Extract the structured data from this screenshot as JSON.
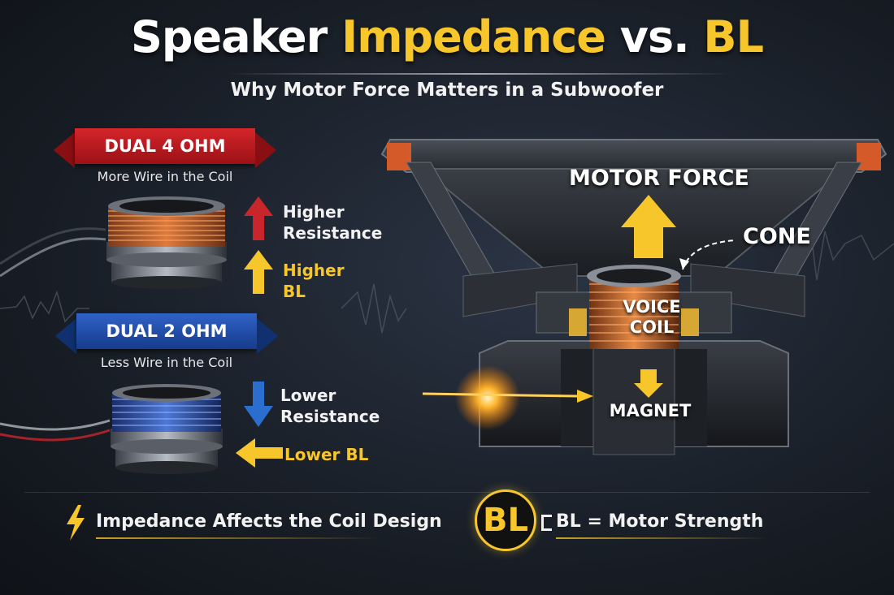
{
  "title": {
    "part1": "Speaker",
    "part2": "Impedance",
    "part3": "vs.",
    "part4": "BL"
  },
  "subtitle": "Why Motor Force Matters in a Subwoofer",
  "dual4": {
    "banner": "DUAL 4 OHM",
    "caption": "More Wire in the Coil",
    "label_top": [
      "Higher",
      "Resistance"
    ],
    "label_bottom": [
      "Higher",
      "BL"
    ]
  },
  "dual2": {
    "banner": "DUAL 2 OHM",
    "caption": "Less Wire in the Coil",
    "label_top": [
      "Lower",
      "Resistance"
    ],
    "label_bottom": "Lower BL"
  },
  "speaker": {
    "motor_force": "MOTOR FORCE",
    "cone": "CONE",
    "voice_coil": [
      "VOICE",
      "COIL"
    ],
    "magnet": "MAGNET"
  },
  "footer": {
    "left": "Impedance Affects the Coil Design",
    "badge": "BL",
    "right": "BL = Motor Strength"
  },
  "colors": {
    "accent_yellow": "#f7c62b",
    "red": "#c8262b",
    "blue": "#2a5bbf",
    "copper": "#c8622e",
    "background": "#1a2029"
  },
  "icons": [
    "red-up-arrow-icon",
    "yellow-up-arrow-icon",
    "blue-down-arrow-icon",
    "yellow-left-arrow-icon",
    "lightning-bolt-icon",
    "spark-icon"
  ]
}
